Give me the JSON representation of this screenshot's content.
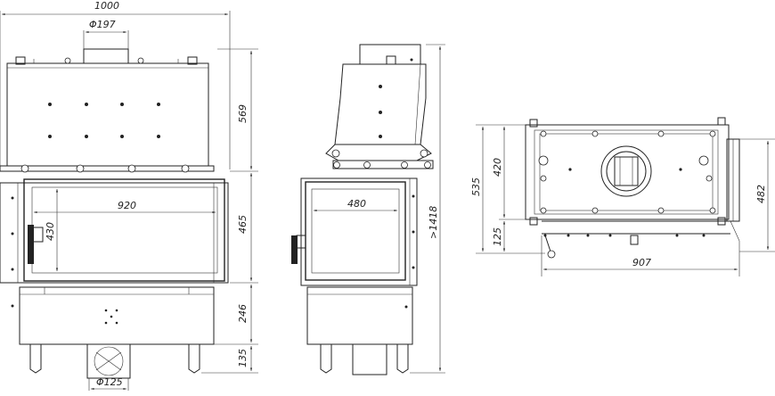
{
  "front_view": {
    "width_label": "1000",
    "flue_label": "Φ197",
    "glass_width_label": "920",
    "glass_height_label": "430",
    "height_top_label": "569",
    "height_mid_label": "465",
    "height_lower_label": "246",
    "height_legs_label": "135",
    "air_inlet_label": "Φ125"
  },
  "side_view": {
    "glass_width_label": "480",
    "total_height_label": ">1418"
  },
  "top_view": {
    "depth_total_label": "535",
    "depth_upper_label": "420",
    "depth_lower_label": "125",
    "width_label": "907",
    "depth_right_label": "482"
  }
}
